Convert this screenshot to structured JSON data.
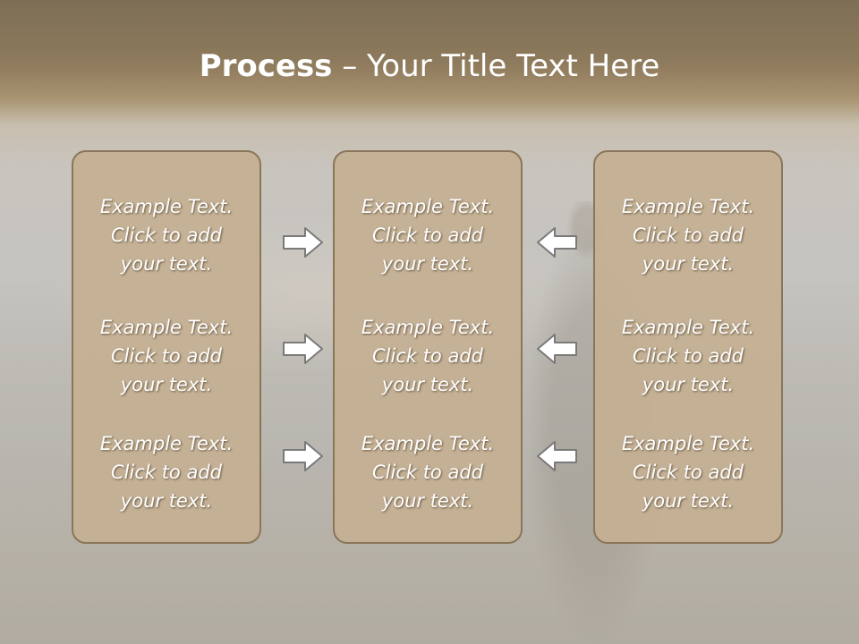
{
  "title": {
    "bold": "Process",
    "rest": " – Your Title Text Here"
  },
  "columns": [
    {
      "items": [
        {
          "line1": "Example Text.",
          "line2": "Click  to add",
          "line3": "your text."
        },
        {
          "line1": "Example Text.",
          "line2": "Click  to add",
          "line3": "your text."
        },
        {
          "line1": "Example Text.",
          "line2": "Click  to add",
          "line3": "your text."
        }
      ]
    },
    {
      "items": [
        {
          "line1": "Example Text.",
          "line2": "Click  to add",
          "line3": "your text."
        },
        {
          "line1": "Example Text.",
          "line2": "Click  to add",
          "line3": "your text."
        },
        {
          "line1": "Example Text.",
          "line2": "Click  to add",
          "line3": "your text."
        }
      ]
    },
    {
      "items": [
        {
          "line1": "Example Text.",
          "line2": "Click  to add",
          "line3": "your text."
        },
        {
          "line1": "Example Text.",
          "line2": "Click  to add",
          "line3": "your text."
        },
        {
          "line1": "Example Text.",
          "line2": "Click  to add",
          "line3": "your text."
        }
      ]
    }
  ],
  "icons": {
    "left_arrows": "arrow-right-icon",
    "right_arrows": "arrow-left-icon"
  },
  "colors": {
    "box_fill": "#c4b092",
    "box_border": "#8a7658",
    "text": "#ffffff"
  }
}
